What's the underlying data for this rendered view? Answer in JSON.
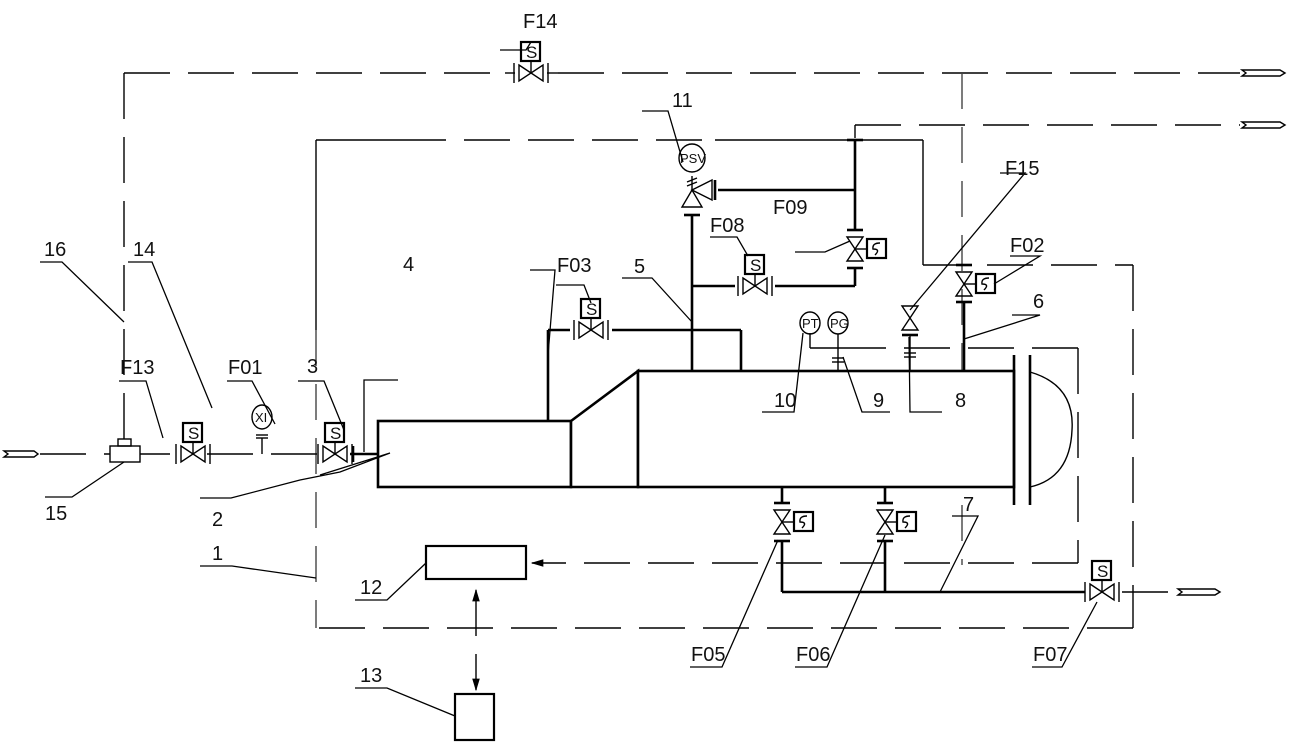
{
  "diagram": {
    "title": "Gas supply system schematic",
    "reference_numbers": {
      "n1": "1",
      "n2": "2",
      "n3": "3",
      "n4": "4",
      "n5": "5",
      "n6": "6",
      "n7": "7",
      "n8": "8",
      "n9": "9",
      "n10": "10",
      "n11": "11",
      "n12": "12",
      "n13": "13",
      "n14": "14",
      "n15": "15",
      "n16": "16"
    },
    "valves": {
      "F01": "F01",
      "F02": "F02",
      "F03": "F03",
      "F05": "F05",
      "F06": "F06",
      "F07": "F07",
      "F08": "F08",
      "F09": "F09",
      "F13": "F13",
      "F14": "F14",
      "F15": "F15"
    },
    "instruments": {
      "psv": "PSV",
      "pt": "PT",
      "pg": "PG",
      "xi": "XI",
      "solenoid": "S"
    }
  }
}
